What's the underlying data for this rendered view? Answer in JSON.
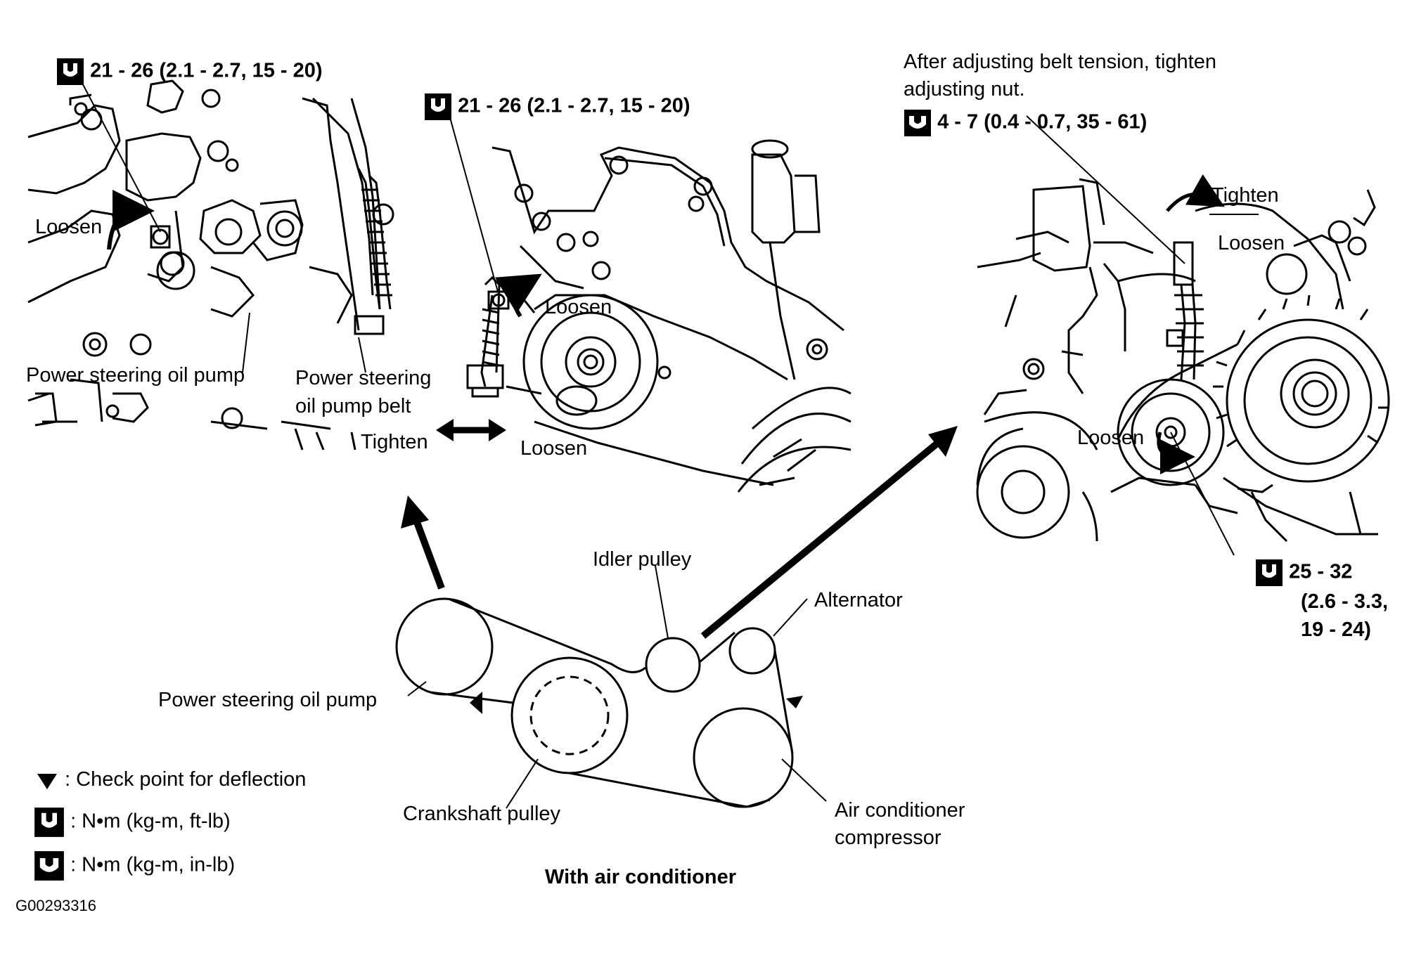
{
  "panels": {
    "left": {
      "torque": "21 - 26 (2.1 - 2.7, 15 - 20)",
      "loosen": "Loosen",
      "ps_pump": "Power steering oil pump",
      "ps_belt_line1": "Power steering",
      "ps_belt_line2": "oil pump belt",
      "tighten": "Tighten"
    },
    "middle": {
      "torque": "21 - 26 (2.1 - 2.7, 15 - 20)",
      "loosen_bolt": "Loosen",
      "loosen_dir": "Loosen"
    },
    "right": {
      "note_line1": "After adjusting belt tension, tighten",
      "note_line2": "adjusting nut.",
      "torque_nut": "4 - 7 (0.4 - 0.7, 35 - 61)",
      "tighten": "Tighten",
      "loosen_top": "Loosen",
      "loosen_idler": "Loosen",
      "torque_idler_l1": "25 - 32",
      "torque_idler_l2": "(2.6 - 3.3,",
      "torque_idler_l3": "19 - 24)"
    }
  },
  "belt_diagram": {
    "idler": "Idler pulley",
    "alternator": "Alternator",
    "ps_pump": "Power steering oil pump",
    "crankshaft": "Crankshaft pulley",
    "ac_line1": "Air conditioner",
    "ac_line2": "compressor",
    "caption": "With air conditioner"
  },
  "legend": {
    "check_point": ": Check point for deflection",
    "nm_ftlb": ": N•m (kg-m, ft-lb)",
    "nm_inlb": ": N•m (kg-m, in-lb)"
  },
  "figure_id": "G00293316"
}
